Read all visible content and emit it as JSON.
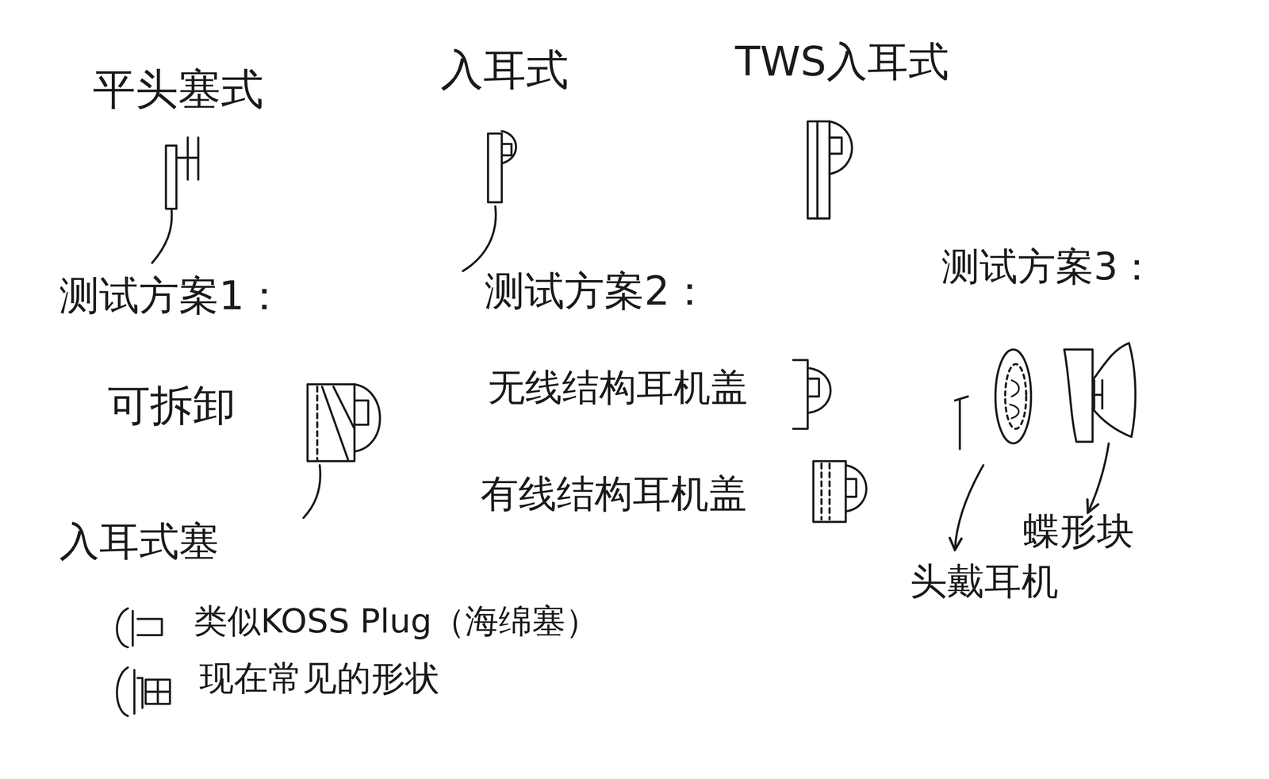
{
  "diagram": {
    "labels": [
      "平头塞式",
      "入耳式",
      "TWS入耳式",
      "测试方案1：",
      "可拆卸",
      "入耳式塞",
      "类似KOSS Plug（海绵塞）",
      "现在常见的形状",
      "测试方案2：",
      "无线结构耳机盖",
      "有线结构耳机盖",
      "测试方案3：",
      "头戴耳机",
      "蝶形块"
    ]
  }
}
